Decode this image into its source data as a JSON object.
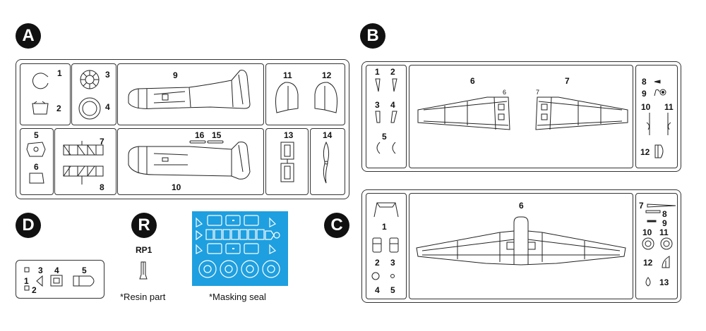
{
  "sprues": {
    "A": {
      "label": "A",
      "parts": [
        "1",
        "2",
        "3",
        "4",
        "9",
        "11",
        "12",
        "5",
        "6",
        "7",
        "8",
        "16",
        "15",
        "10",
        "13",
        "14"
      ]
    },
    "B": {
      "label": "B",
      "parts": [
        "1",
        "2",
        "3",
        "4",
        "5",
        "6",
        "6",
        "7",
        "7",
        "8",
        "9",
        "10",
        "11",
        "12"
      ]
    },
    "C": {
      "label": "C",
      "parts": [
        "1",
        "2",
        "3",
        "4",
        "5",
        "6",
        "7",
        "8",
        "9",
        "10",
        "11",
        "12",
        "13"
      ]
    },
    "D": {
      "label": "D",
      "parts": [
        "1",
        "2",
        "3",
        "4",
        "5"
      ]
    },
    "R": {
      "label": "R",
      "part": "RP1",
      "caption": "*Resin part"
    }
  },
  "mask": {
    "caption": "*Masking seal"
  },
  "colors": {
    "ink": "#111111",
    "mask_blue": "#1E9FE0"
  }
}
